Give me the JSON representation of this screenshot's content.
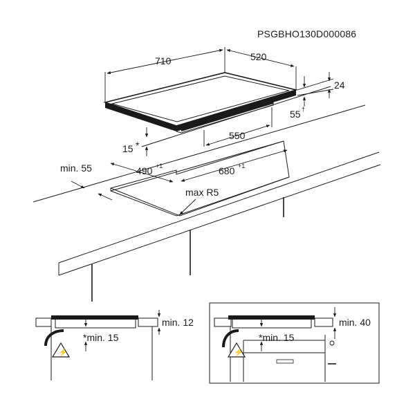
{
  "doc_code": "PSGBHO130D000086",
  "main_view": {
    "width_hob": "710",
    "depth_hob": "520",
    "height_hob": "24",
    "inset_front": "55",
    "inset_front_mark": "†",
    "inset_side": "550",
    "min_gap_top": "15",
    "min_gap_top_mark": "*",
    "min_edge": "min. 55",
    "cutout_depth": "490",
    "cutout_depth_tol": "+1",
    "cutout_width": "680",
    "cutout_width_tol": "+1",
    "corner_radius": "max R5"
  },
  "detail_left": {
    "min_top": "min. 12",
    "min_below": "*min. 15"
  },
  "detail_right": {
    "min_top": "min. 40",
    "min_below": "*min. 15"
  },
  "warning_symbol": "⚡"
}
